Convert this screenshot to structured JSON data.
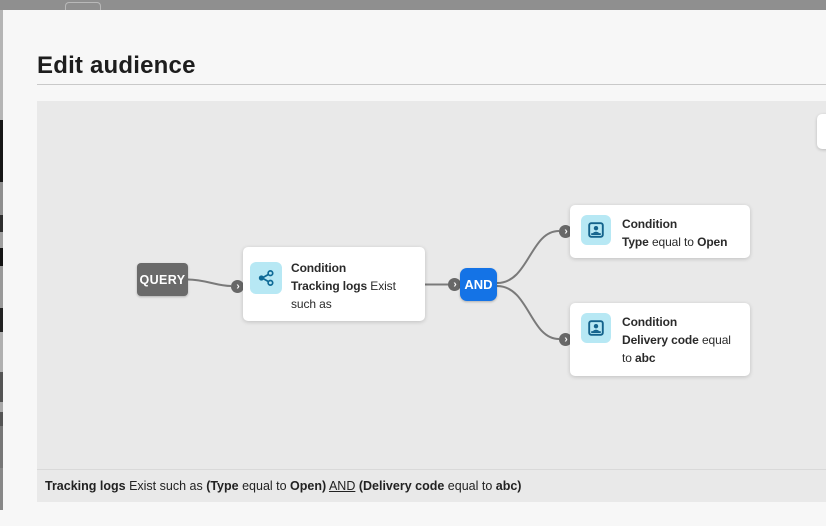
{
  "header": {
    "title": "Edit audience"
  },
  "canvas": {
    "query_node": {
      "label": "QUERY"
    },
    "and_node": {
      "label": "AND"
    },
    "port_chevron": "›",
    "condition_nodes": [
      {
        "title": "Condition",
        "icon": "share-network-icon",
        "segments": [
          {
            "text": "Tracking logs",
            "bold": true
          },
          {
            "text": " Exist such as",
            "bold": false
          }
        ]
      },
      {
        "title": "Condition",
        "icon": "contact-card-icon",
        "segments": [
          {
            "text": "Type",
            "bold": true
          },
          {
            "text": " equal to ",
            "bold": false
          },
          {
            "text": "Open",
            "bold": true
          }
        ]
      },
      {
        "title": "Condition",
        "icon": "contact-card-icon",
        "segments": [
          {
            "text": "Delivery code",
            "bold": true
          },
          {
            "text": " equal to ",
            "bold": false
          },
          {
            "text": "abc",
            "bold": true
          }
        ]
      }
    ]
  },
  "status_bar": {
    "segments": [
      {
        "text": "Tracking logs",
        "bold": true
      },
      {
        "text": " Exist such as ",
        "bold": false
      },
      {
        "text": "(Type",
        "bold": true
      },
      {
        "text": " equal to ",
        "bold": false
      },
      {
        "text": "Open)",
        "bold": true
      },
      {
        "text": " ",
        "bold": false
      },
      {
        "text": "AND",
        "bold": false,
        "underline": true
      },
      {
        "text": " ",
        "bold": false
      },
      {
        "text": "(Delivery code",
        "bold": true
      },
      {
        "text": " equal to ",
        "bold": false
      },
      {
        "text": "abc)",
        "bold": true
      }
    ]
  },
  "colors": {
    "accent_blue": "#1473e6",
    "node_gray": "#6a6a6a",
    "icon_bg": "#b7e8f4",
    "icon_fg": "#0e6a96",
    "connector": "#7a7a7a"
  }
}
